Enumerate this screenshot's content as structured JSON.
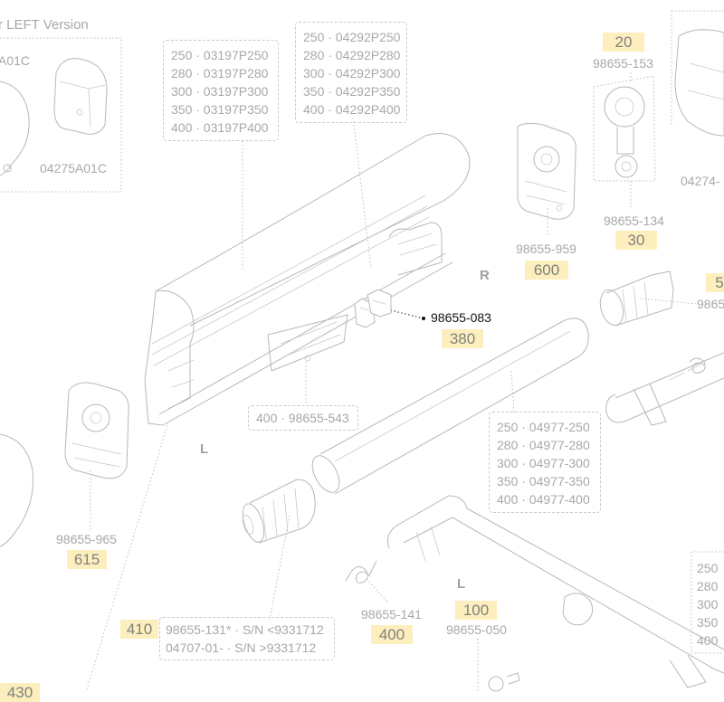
{
  "header": {
    "partial_title": "r LEFT Version"
  },
  "callouts": {
    "top_left_part_a": "A01C",
    "top_left_part_b": "04275A01C",
    "housing_codes": [
      "250 · 03197P250",
      "280 · 03197P280",
      "300 · 03197P300",
      "350 · 03197P350",
      "400 · 03197P400"
    ],
    "rail_codes": [
      "250 · 04292P250",
      "280 · 04292P280",
      "300 · 04292P300",
      "350 · 04292P350",
      "400 · 04292P400"
    ],
    "p98655_153": {
      "badge": "20",
      "part": "98655-153"
    },
    "p98655_134": {
      "part": "98655-134",
      "badge": "30"
    },
    "p04274": {
      "part": "04274-"
    },
    "p98655_959": {
      "part": "98655-959",
      "badge": "600"
    },
    "region_r": "R",
    "p98655_083": {
      "part": "98655-083",
      "badge": "380"
    },
    "p_right_edge": {
      "badge": "5",
      "part": "9865"
    },
    "p98655_543": {
      "label": "400 · 98655-543"
    },
    "tube_codes": [
      "250 · 04977-250",
      "280 · 04977-280",
      "300 · 04977-300",
      "350 · 04977-350",
      "400 · 04977-400"
    ],
    "region_l_top": "L",
    "p98655_965": {
      "part": "98655-965",
      "badge": "615"
    },
    "region_l_bottom": "L",
    "p98655_141": {
      "part": "98655-141",
      "badge": "400"
    },
    "p98655_050": {
      "badge": "100",
      "part": "98655-050"
    },
    "p98655_131": {
      "badge": "410",
      "lines": [
        "98655-131* · S/N <9331712",
        "04707-01- · S/N >9331712"
      ]
    },
    "bottom_left_badge": "430",
    "right_edge_codes": [
      "250",
      "280",
      "300",
      "350",
      "400"
    ]
  }
}
